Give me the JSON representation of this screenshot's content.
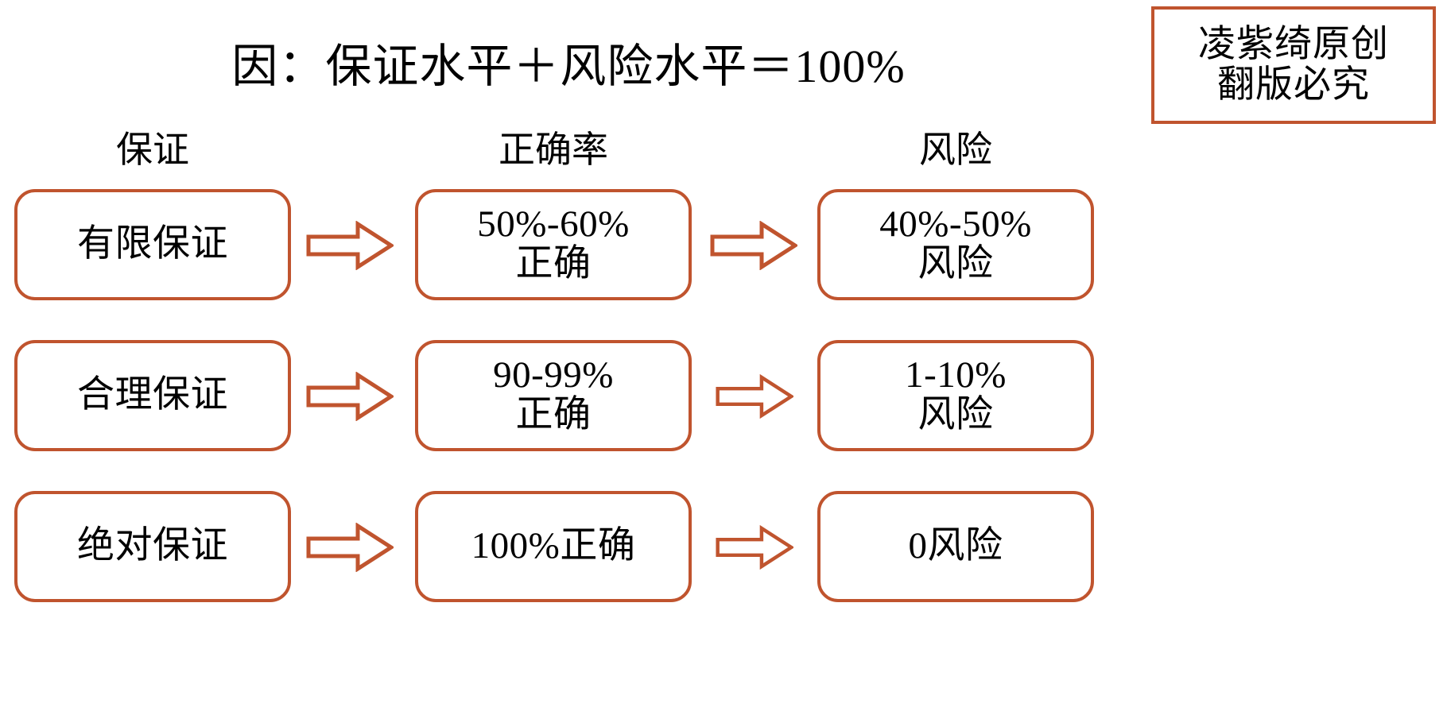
{
  "title": "因：保证水平＋风险水平＝100%",
  "watermark": {
    "line1": "凌紫绮原创",
    "line2": "翻版必究"
  },
  "colors": {
    "accent": "#C0542E",
    "text": "#000000",
    "background": "#FFFFFF"
  },
  "headers": [
    {
      "label": "保证"
    },
    {
      "label": "正确率"
    },
    {
      "label": "风险"
    }
  ],
  "rows": [
    {
      "guarantee": {
        "line1": "有限保证",
        "line2": ""
      },
      "accuracy": {
        "line1": "50%-60%",
        "line2": "正确"
      },
      "risk": {
        "line1": "40%-50%",
        "line2": "风险"
      }
    },
    {
      "guarantee": {
        "line1": "合理保证",
        "line2": ""
      },
      "accuracy": {
        "line1": "90-99%",
        "line2": "正确"
      },
      "risk": {
        "line1": "1-10%",
        "line2": "风险"
      }
    },
    {
      "guarantee": {
        "line1": "绝对保证",
        "line2": ""
      },
      "accuracy": {
        "line1": "100%正确",
        "line2": ""
      },
      "risk": {
        "line1": "0风险",
        "line2": ""
      }
    }
  ]
}
